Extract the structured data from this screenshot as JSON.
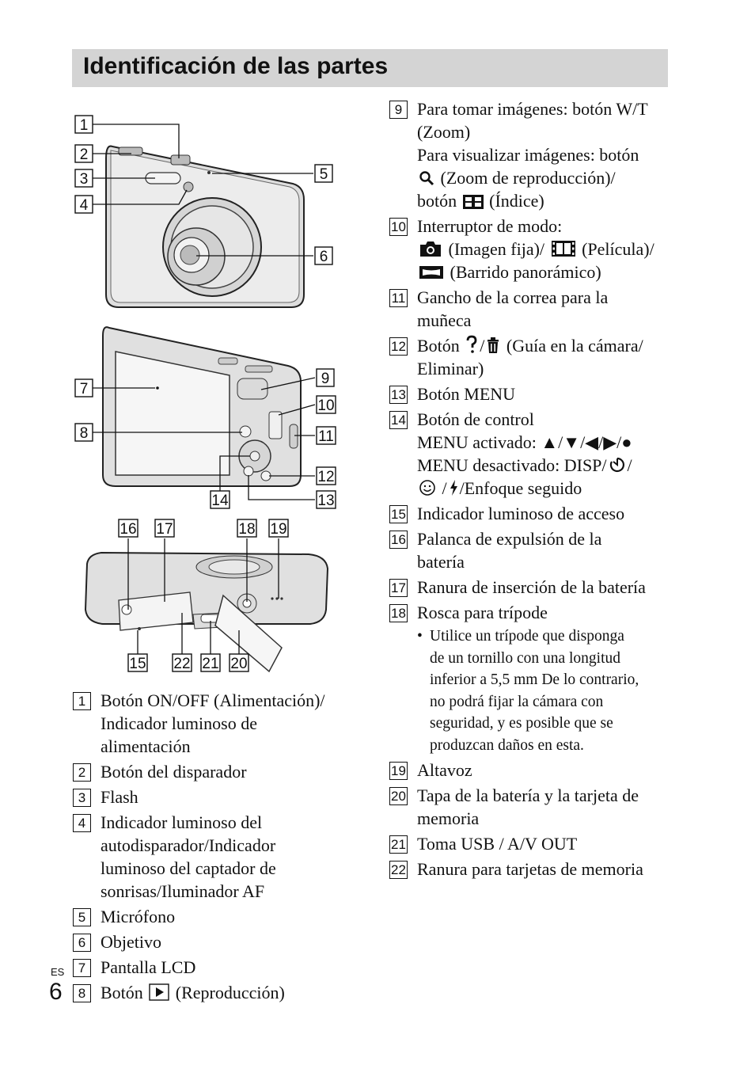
{
  "title": "Identificación de las partes",
  "callouts": {
    "top": [
      "1",
      "2",
      "3",
      "4",
      "5",
      "6"
    ],
    "back": [
      "7",
      "8",
      "9",
      "10",
      "11",
      "12",
      "13",
      "14"
    ],
    "bottom": [
      "16",
      "17",
      "18",
      "19",
      "15",
      "22",
      "21",
      "20"
    ]
  },
  "left_items": [
    {
      "num": "1",
      "lines": [
        "Botón ON/OFF (Alimentación)/",
        "Indicador luminoso de",
        "alimentación"
      ]
    },
    {
      "num": "2",
      "lines": [
        "Botón del disparador"
      ]
    },
    {
      "num": "3",
      "lines": [
        "Flash"
      ]
    },
    {
      "num": "4",
      "lines": [
        "Indicador luminoso del",
        "autodisparador/Indicador",
        "luminoso del captador de",
        "sonrisas/Iluminador AF"
      ]
    },
    {
      "num": "5",
      "lines": [
        "Micrófono"
      ]
    },
    {
      "num": "6",
      "lines": [
        "Objetivo"
      ]
    },
    {
      "num": "7",
      "lines": [
        "Pantalla LCD"
      ]
    },
    {
      "num": "8",
      "pre": "Botón",
      "post": "(Reproducción)",
      "icon": "playback-icon"
    }
  ],
  "right_items": {
    "i9": {
      "num": "9",
      "l1": "Para tomar imágenes: botón W/T",
      "l2": "(Zoom)",
      "l3": "Para visualizar imágenes: botón",
      "l4": "(Zoom de reproducción)/",
      "l5a": "botón",
      "l5b": "(Índice)"
    },
    "i10": {
      "num": "10",
      "l1": "Interruptor de modo:",
      "l2a": "(Imagen fija)/",
      "l2b": "(Película)/",
      "l3": "(Barrido panorámico)"
    },
    "i11": {
      "num": "11",
      "l1": "Gancho de la correa para la",
      "l2": "muñeca"
    },
    "i12": {
      "num": "12",
      "l1a": "Botón",
      "l1b": "/",
      "l1c": "(Guía en la cámara/",
      "l2": "Eliminar)"
    },
    "i13": {
      "num": "13",
      "l1": "Botón MENU"
    },
    "i14": {
      "num": "14",
      "l1": "Botón de control",
      "l2": "MENU activado: ▲/▼/◀/▶/●",
      "l3": "MENU desactivado: DISP/",
      "l3b": "/",
      "l4a": "/",
      "l4b": "/Enfoque seguido"
    },
    "i15": {
      "num": "15",
      "l1": "Indicador luminoso de acceso"
    },
    "i16": {
      "num": "16",
      "l1": "Palanca de expulsión de la",
      "l2": "batería"
    },
    "i17": {
      "num": "17",
      "l1": "Ranura de inserción de la batería"
    },
    "i18": {
      "num": "18",
      "l1": "Rosca para trípode",
      "bullet": [
        "Utilice un trípode que disponga",
        "de un tornillo con una longitud",
        "inferior a 5,5 mm De lo contrario,",
        "no podrá fijar la cámara con",
        "seguridad, y es posible que se",
        "produzcan daños en esta."
      ]
    },
    "i19": {
      "num": "19",
      "l1": "Altavoz"
    },
    "i20": {
      "num": "20",
      "l1": "Tapa de la batería y la tarjeta de",
      "l2": "memoria"
    },
    "i21": {
      "num": "21",
      "l1": "Toma USB / A/V OUT"
    },
    "i22": {
      "num": "22",
      "l1": "Ranura para tarjetas de memoria"
    }
  },
  "footer": {
    "lang": "ES",
    "page": "6"
  }
}
